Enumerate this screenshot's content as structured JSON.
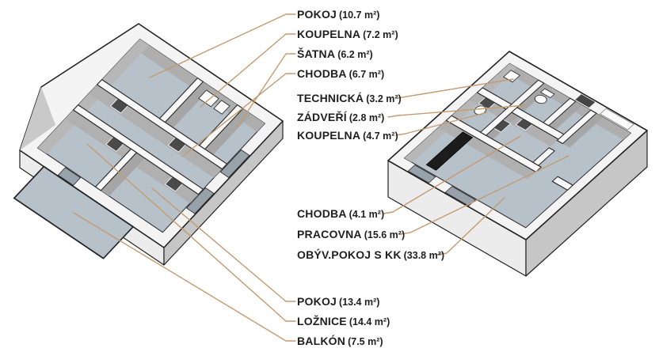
{
  "colors": {
    "background": "#ffffff",
    "text": "#1f1f1f",
    "leader_line": "#c49a70",
    "floor": "#b6c1ca"
  },
  "labels": [
    {
      "name": "POKOJ",
      "area": "(10.7 m²)",
      "plan": "left"
    },
    {
      "name": "KOUPELNA",
      "area": "(7.2 m²)",
      "plan": "left"
    },
    {
      "name": "ŠATNA",
      "area": "(6.2 m²)",
      "plan": "left"
    },
    {
      "name": "CHODBA",
      "area": "(6.7 m²)",
      "plan": "left"
    },
    {
      "name": "TECHNICKÁ",
      "area": "(3.2 m²)",
      "plan": "right"
    },
    {
      "name": "ZÁDVEŘÍ",
      "area": "(2.8 m²)",
      "plan": "right"
    },
    {
      "name": "KOUPELNA",
      "area": "(4.7 m²)",
      "plan": "right"
    },
    {
      "name": "CHODBA",
      "area": "(4.1 m²)",
      "plan": "right"
    },
    {
      "name": "PRACOVNA",
      "area": "(15.6 m²)",
      "plan": "right"
    },
    {
      "name": "OBÝV.POKOJ S KK",
      "area": "(33.8 m²)",
      "plan": "right"
    },
    {
      "name": "POKOJ",
      "area": "(13.4 m²)",
      "plan": "left"
    },
    {
      "name": "LOŽNICE",
      "area": "(14.4 m²)",
      "plan": "left"
    },
    {
      "name": "BALKÓN",
      "area": "(7.5 m²)",
      "plan": "left"
    }
  ]
}
